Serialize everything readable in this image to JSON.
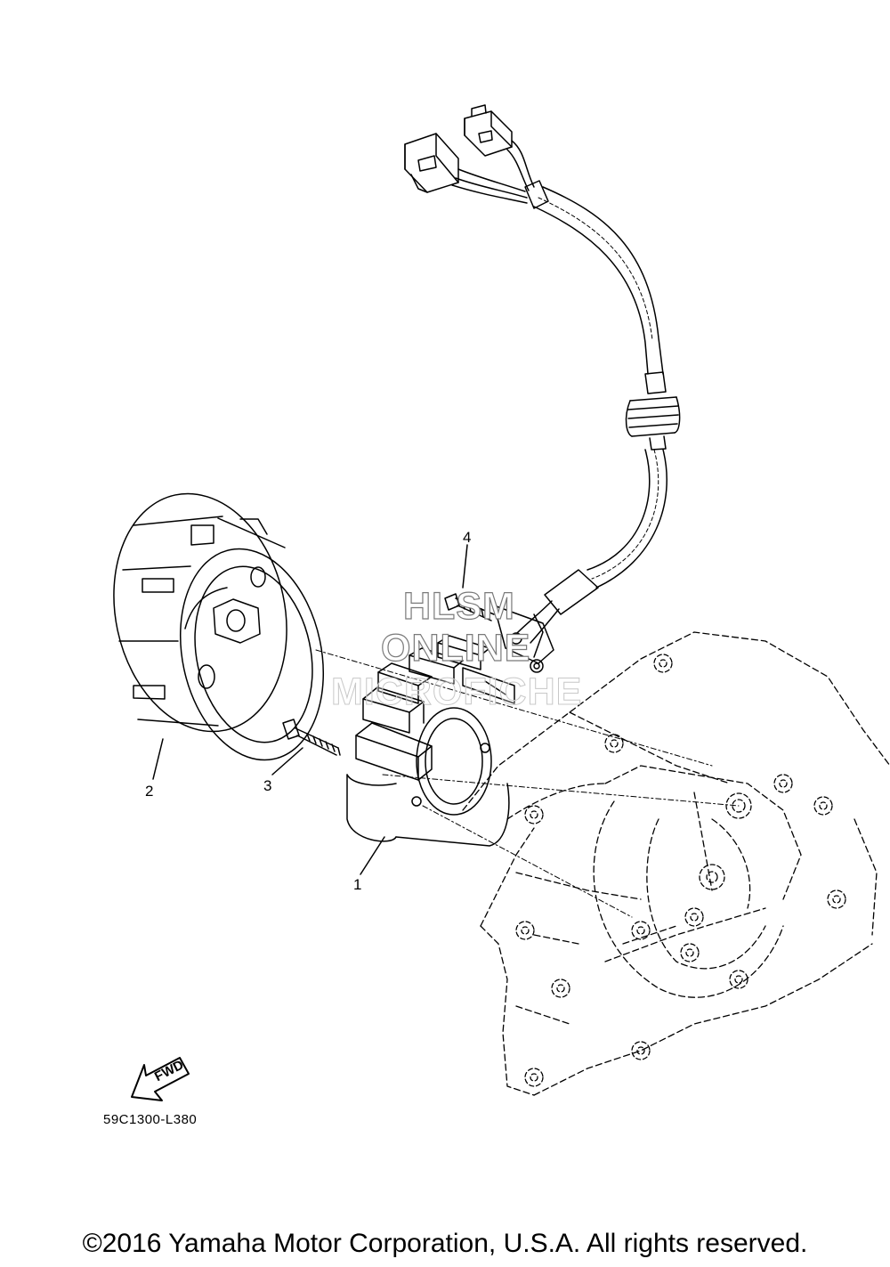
{
  "callouts": {
    "part1": "1",
    "part2": "2",
    "part3": "3",
    "part4": "4"
  },
  "fwd_label": "FWD",
  "diagram_code": "59C1300-L380",
  "watermark": {
    "line1": "HLSM",
    "line2": "ONLINE",
    "line3": "MICROFICHE"
  },
  "copyright": "©2016 Yamaha Motor Corporation, U.S.A. All rights reserved.",
  "colors": {
    "line": "#000000",
    "background": "#ffffff",
    "watermark_outline": "#7a7a7a"
  }
}
